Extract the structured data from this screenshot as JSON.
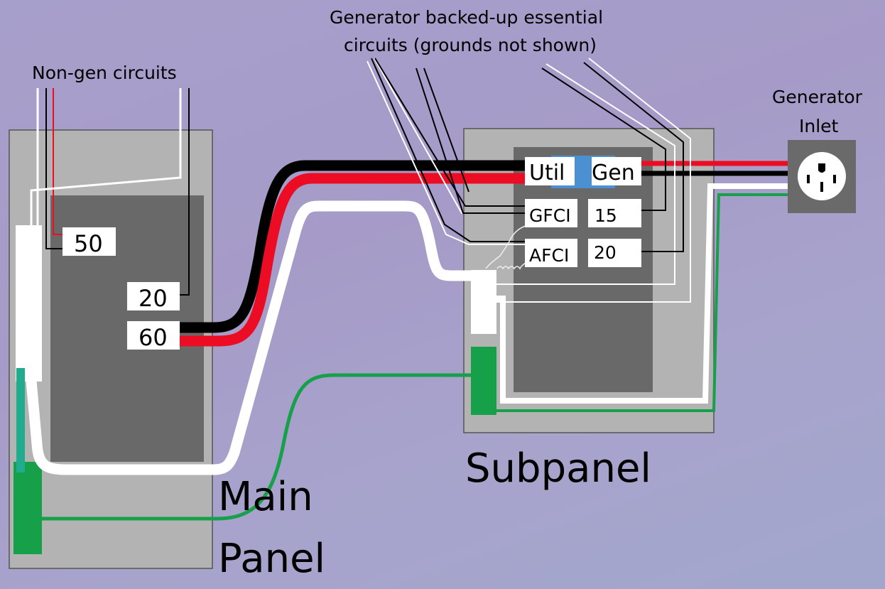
{
  "diagram": {
    "labels": {
      "non_gen": "Non-gen circuits",
      "gen_title_line1": "Generator backed-up essential",
      "gen_title_line2": "circuits (grounds not shown)",
      "inlet_line1": "Generator",
      "inlet_line2": "Inlet",
      "main_line1": "Main",
      "main_line2": "Panel",
      "subpanel": "Subpanel"
    },
    "main_panel": {
      "breakers": [
        {
          "name": "breaker-50",
          "label": "50"
        },
        {
          "name": "breaker-20",
          "label": "20"
        },
        {
          "name": "breaker-60",
          "label": "60"
        }
      ]
    },
    "subpanel": {
      "interlock": {
        "util": "Util",
        "gen": "Gen"
      },
      "breakers": [
        {
          "name": "gfci",
          "label": "GFCI"
        },
        {
          "name": "breaker-15",
          "label": "15"
        },
        {
          "name": "afci",
          "label": "AFCI"
        },
        {
          "name": "breaker-20",
          "label": "20"
        }
      ]
    },
    "colors": {
      "background": "#a79fcb",
      "panel_outer": "#b3b3b3",
      "panel_inner": "#696969",
      "hot_black": "#000000",
      "hot_red": "#ec0c24",
      "neutral_white": "#ffffff",
      "ground_green": "#16a04a",
      "interlock_blue": "#4b90d0",
      "inlet_box": "#6a6a6a"
    }
  }
}
